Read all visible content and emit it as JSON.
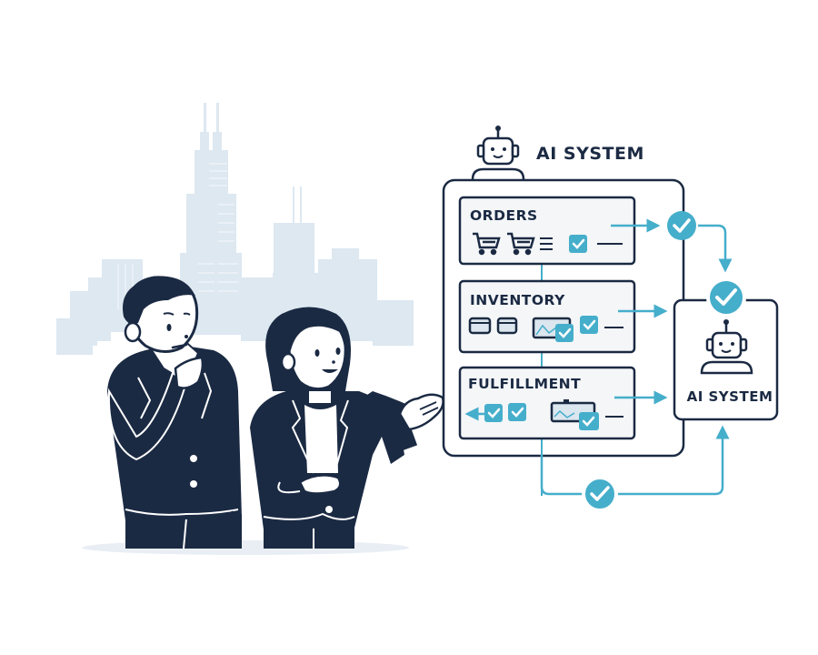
{
  "diagram": {
    "top_label": "AI SYSTEM",
    "sections": [
      {
        "id": "orders",
        "label": "ORDERS",
        "icons": [
          "cart-icon",
          "cart-icon",
          "list-icon",
          "checkbox-icon",
          "dash-icon"
        ]
      },
      {
        "id": "inventory",
        "label": "INVENTORY",
        "icons": [
          "window-icon",
          "window-icon",
          "image-window-check-icon",
          "checkbox-icon",
          "dash-icon"
        ]
      },
      {
        "id": "fulfillment",
        "label": "FULFILLMENT",
        "icons": [
          "arrow-left-icon",
          "checkbox-icon",
          "checkbox-icon",
          "image-window-check-icon",
          "dash-icon"
        ]
      }
    ],
    "target_box_label": "AI SYSTEM",
    "checkmark_badges": 3,
    "arrows": [
      "orders-to-check",
      "check-to-ai-system",
      "inventory-to-ai-system",
      "fulfillment-to-ai-system",
      "bottom-loop-to-ai-system"
    ]
  },
  "people": [
    {
      "id": "man",
      "pose": "thinking, hand on chin"
    },
    {
      "id": "woman",
      "pose": "smiling, presenting with open hand"
    }
  ],
  "background": "city skyline",
  "colors": {
    "navy": "#1b2a43",
    "accent_cyan": "#45aecb",
    "skyline": "#d5e3ee",
    "panel_fill": "#f4f6f8"
  }
}
